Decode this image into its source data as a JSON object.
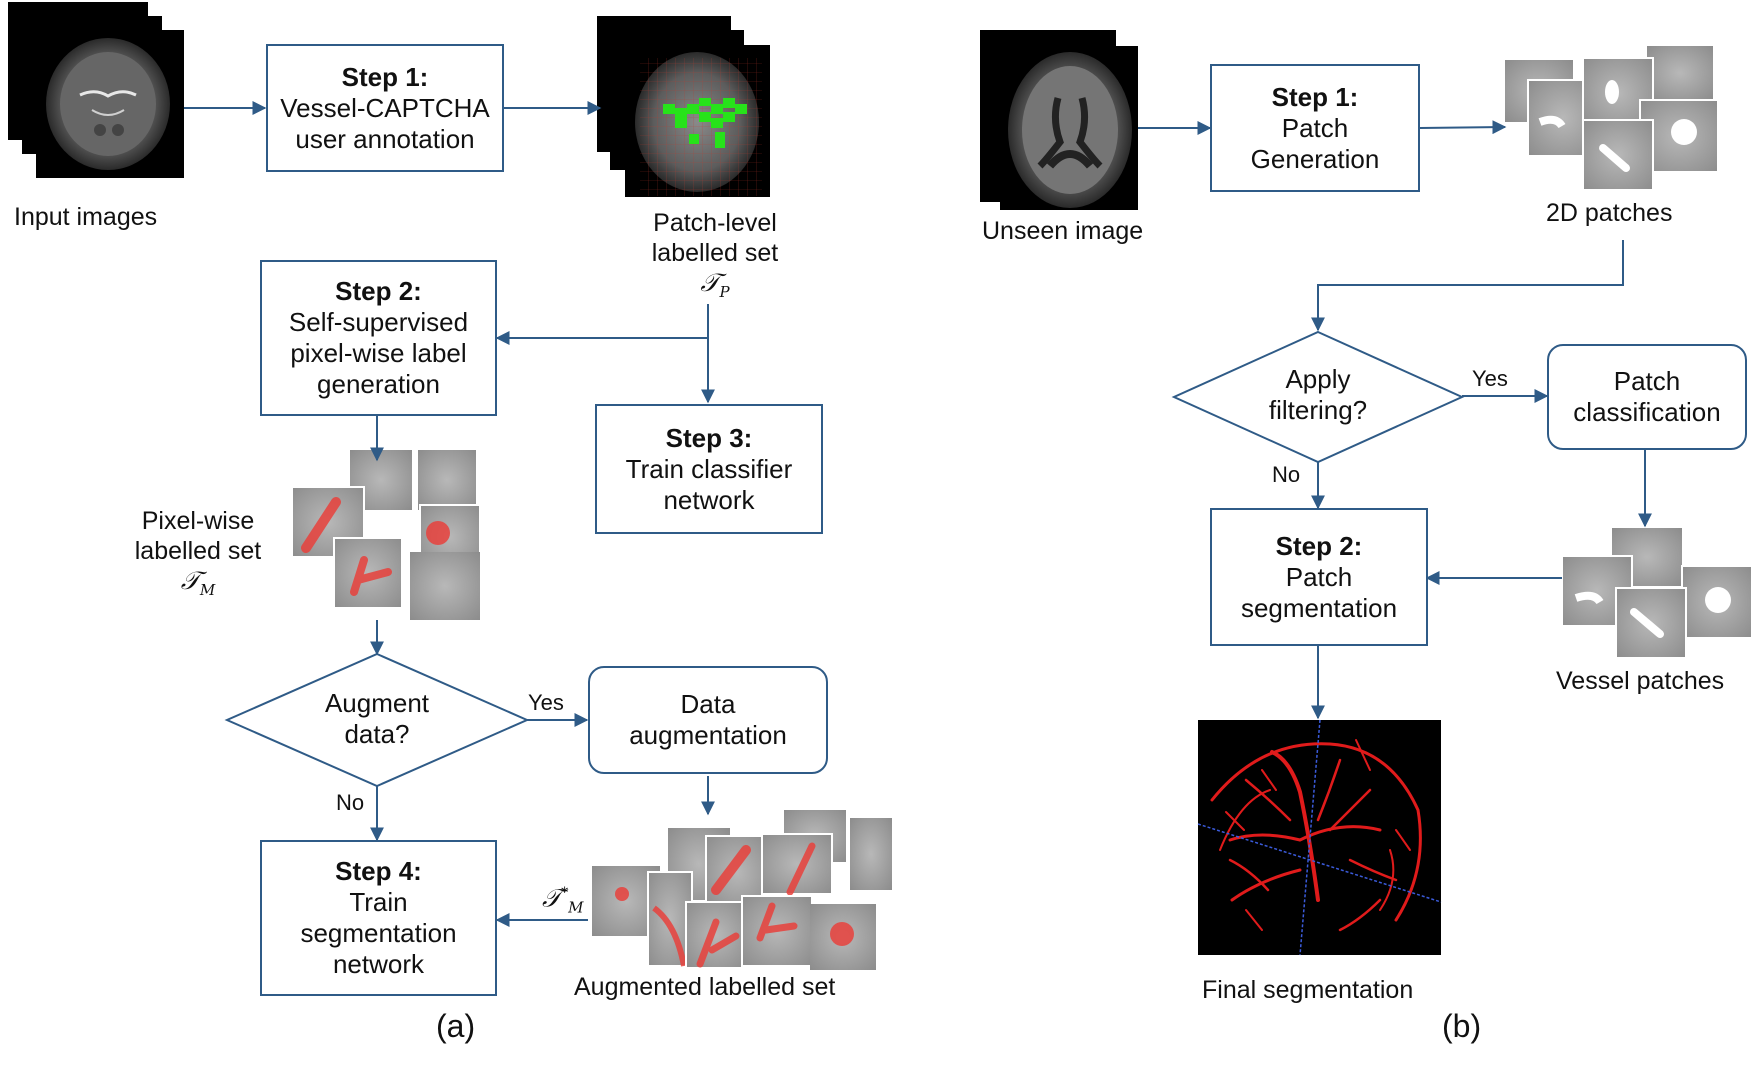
{
  "panel_a": {
    "input_images_label": "Input images",
    "step1": {
      "title": "Step 1:",
      "line1": "Vessel-CAPTCHA",
      "line2": "user annotation"
    },
    "patch_level": {
      "line1": "Patch-level",
      "line2": "labelled set",
      "symbol": "𝒯",
      "sub": "P"
    },
    "step2": {
      "title": "Step 2:",
      "line1": "Self-supervised",
      "line2": "pixel-wise label",
      "line3": "generation"
    },
    "step3": {
      "title": "Step 3:",
      "line1": "Train classifier",
      "line2": "network"
    },
    "pixel_wise": {
      "line1": "Pixel-wise",
      "line2": "labelled set",
      "symbol": "𝒯",
      "sub": "M"
    },
    "decision": {
      "line1": "Augment",
      "line2": "data?",
      "yes": "Yes",
      "no": "No"
    },
    "data_aug": {
      "line1": "Data",
      "line2": "augmentation"
    },
    "step4": {
      "title": "Step 4:",
      "line1": "Train",
      "line2": "segmentation",
      "line3": "network"
    },
    "aug_symbol": {
      "symbol": "𝒯",
      "sub": "M",
      "sup": "*"
    },
    "augmented_label": "Augmented labelled set",
    "caption": "(a)"
  },
  "panel_b": {
    "unseen_label": "Unseen image",
    "step1": {
      "title": "Step 1:",
      "line1": "Patch",
      "line2": "Generation"
    },
    "patches_label": "2D patches",
    "decision": {
      "line1": "Apply",
      "line2": "filtering?",
      "yes": "Yes",
      "no": "No"
    },
    "classification": {
      "line1": "Patch",
      "line2": "classification"
    },
    "step2": {
      "title": "Step 2:",
      "line1": "Patch",
      "line2": "segmentation"
    },
    "vessel_label": "Vessel patches",
    "final_label": "Final segmentation",
    "caption": "(b)"
  },
  "colors": {
    "arrow": "#2f5b87",
    "vessel": "#e8413c",
    "annotation": "#27e21a"
  }
}
